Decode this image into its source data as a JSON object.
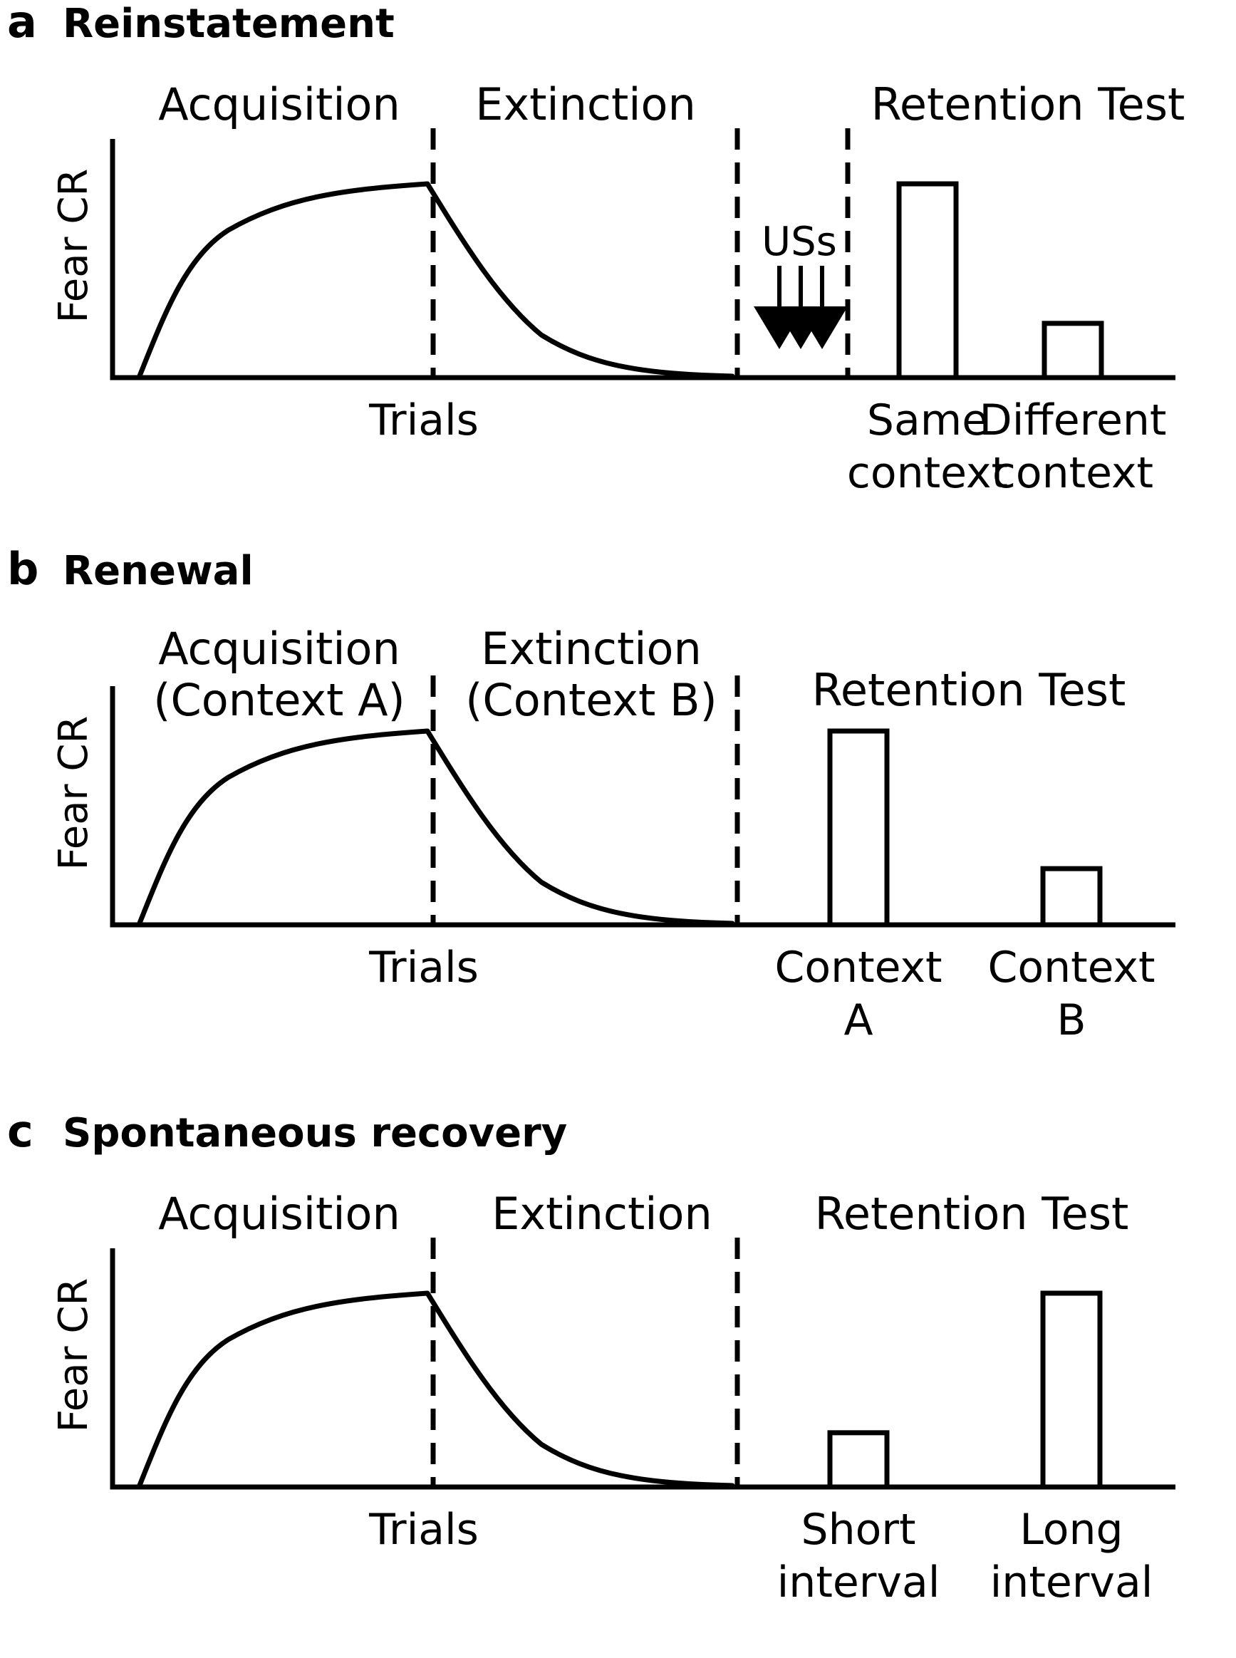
{
  "figure": {
    "panels": [
      {
        "id": "a",
        "letter": "a",
        "title": "Reinstatement",
        "phase_acquisition": [
          "Acquisition"
        ],
        "phase_extinction": [
          "Extinction"
        ],
        "phase_test": "Retention Test",
        "ylabel": "Fear CR",
        "xlabel": "Trials",
        "us_label": "USs",
        "bars": [
          {
            "label": [
              "Same",
              "context"
            ],
            "value": 1.0
          },
          {
            "label": [
              "Different",
              "context"
            ],
            "value": 0.28
          }
        ]
      },
      {
        "id": "b",
        "letter": "b",
        "title": "Renewal",
        "phase_acquisition": [
          "Acquisition",
          "(Context A)"
        ],
        "phase_extinction": [
          "Extinction",
          "(Context B)"
        ],
        "phase_test": "Retention Test",
        "ylabel": "Fear CR",
        "xlabel": "Trials",
        "bars": [
          {
            "label": [
              "Context",
              "A"
            ],
            "value": 1.0
          },
          {
            "label": [
              "Context",
              "B"
            ],
            "value": 0.29
          }
        ]
      },
      {
        "id": "c",
        "letter": "c",
        "title": "Spontaneous recovery",
        "phase_acquisition": [
          "Acquisition"
        ],
        "phase_extinction": [
          "Extinction"
        ],
        "phase_test": "Retention Test",
        "ylabel": "Fear CR",
        "xlabel": "Trials",
        "bars": [
          {
            "label": [
              "Short",
              "interval"
            ],
            "value": 0.28
          },
          {
            "label": [
              "Long",
              "interval"
            ],
            "value": 1.0
          }
        ]
      }
    ]
  }
}
